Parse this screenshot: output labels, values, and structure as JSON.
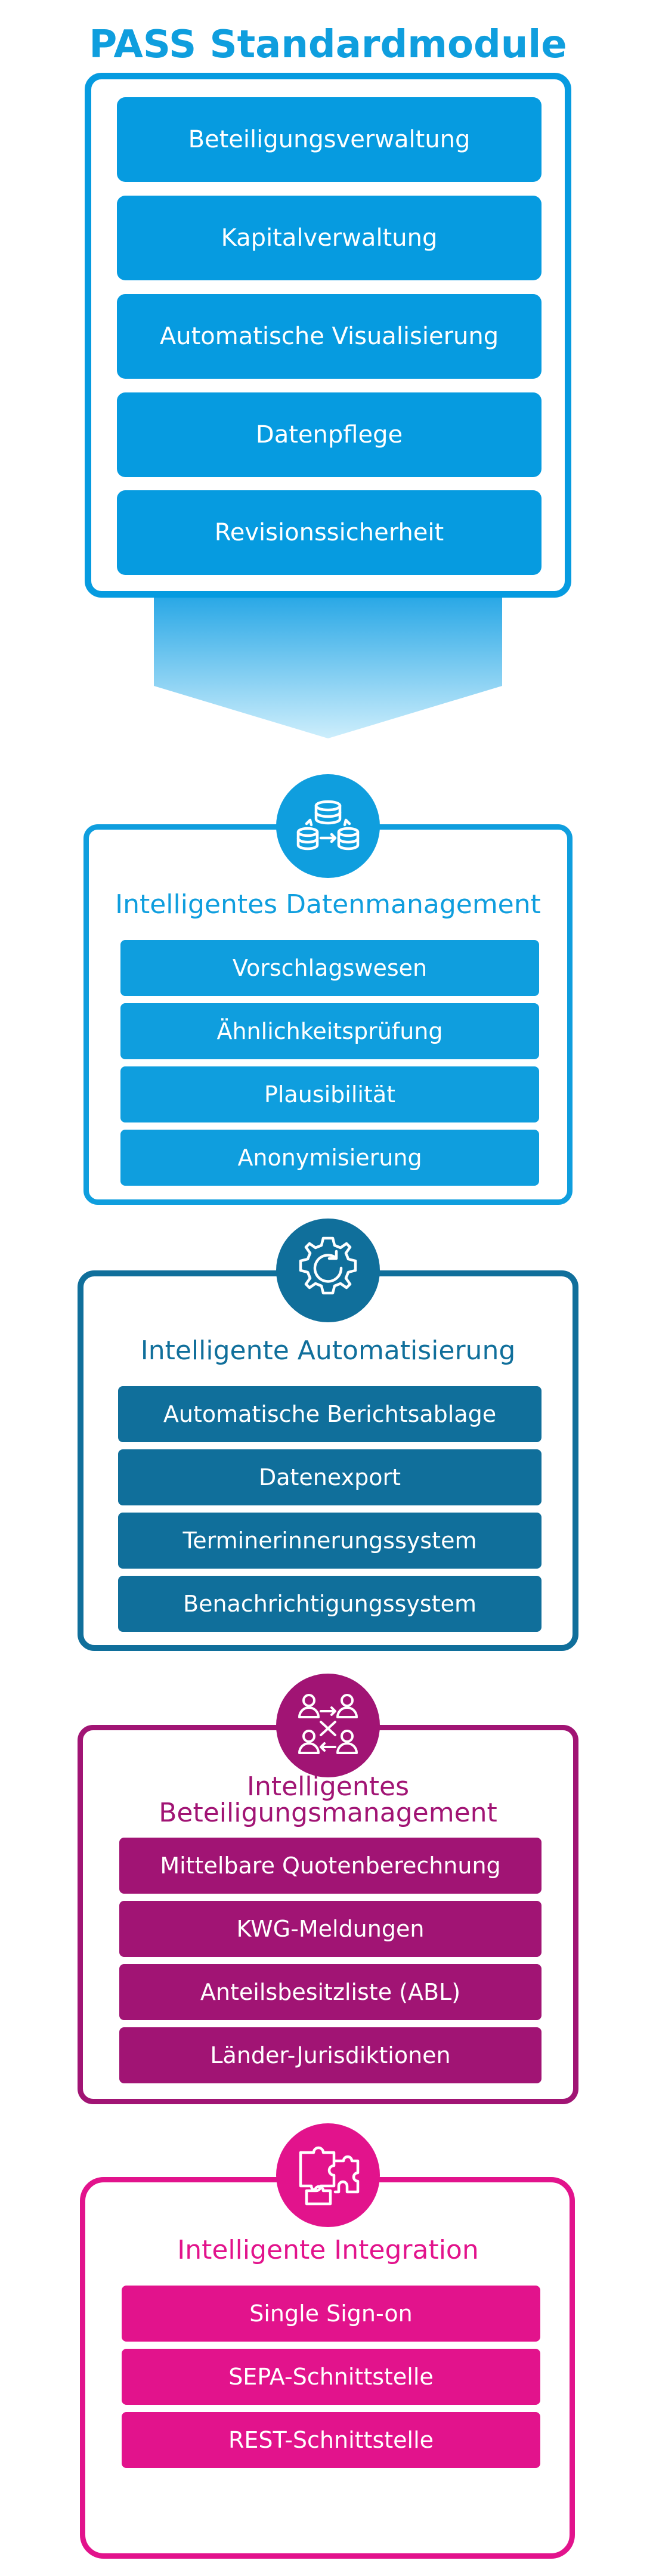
{
  "title": "PASS Standardmodule",
  "colors": {
    "light_blue": "#069be0",
    "sky_blue": "#0f9ede",
    "dark_blue": "#106f9b",
    "purple": "#a11474",
    "magenta": "#e2138c"
  },
  "standard_modules": [
    "Beteiligungsverwaltung",
    "Kapitalverwaltung",
    "Automatische Visualisierung",
    "Datenpflege",
    "Revisionssicherheit"
  ],
  "sections": [
    {
      "icon": "database-sync-icon",
      "heading": "Intelligentes Datenmanagement",
      "items": [
        "Vorschlagswesen",
        "Ähnlichkeitsprüfung",
        "Plausibilität",
        "Anonymisierung"
      ]
    },
    {
      "icon": "gear-cycle-icon",
      "heading": "Intelligente Automatisierung",
      "items": [
        "Automatische Berichtsablage",
        "Datenexport",
        "Terminerinnerungssystem",
        "Benachrichtigungssystem"
      ]
    },
    {
      "icon": "people-network-icon",
      "heading_line1": "Intelligentes",
      "heading_line2": "Beteiligungsmanagement",
      "items": [
        "Mittelbare Quotenberechnung",
        "KWG-Meldungen",
        "Anteilsbesitzliste (ABL)",
        "Länder-Jurisdiktionen"
      ]
    },
    {
      "icon": "puzzle-icon",
      "heading": "Intelligente Integration",
      "items": [
        "Single Sign-on",
        "SEPA-Schnittstelle",
        "REST-Schnittstelle"
      ]
    }
  ]
}
